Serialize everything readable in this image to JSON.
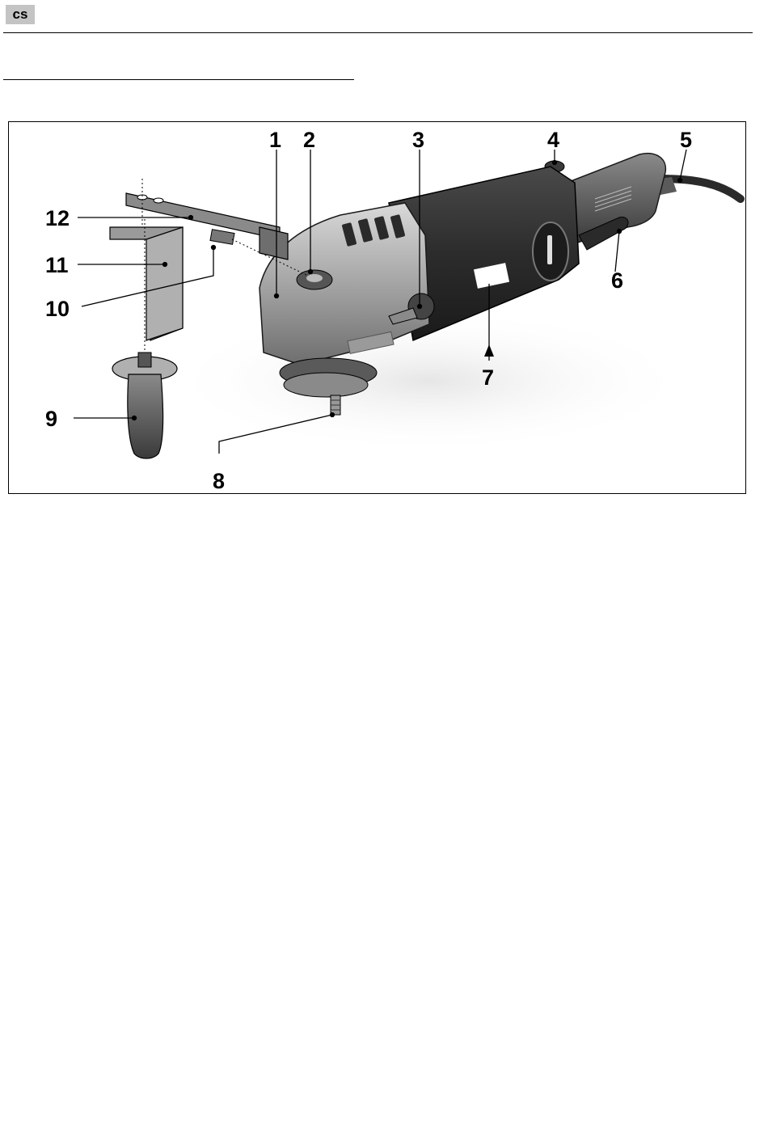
{
  "header": {
    "language_code": "cs"
  },
  "figure": {
    "callouts": [
      {
        "id": "c1",
        "number": "1"
      },
      {
        "id": "c2",
        "number": "2"
      },
      {
        "id": "c3",
        "number": "3"
      },
      {
        "id": "c4",
        "number": "4"
      },
      {
        "id": "c5",
        "number": "5"
      },
      {
        "id": "c6",
        "number": "6"
      },
      {
        "id": "c7",
        "number": "7"
      },
      {
        "id": "c8",
        "number": "8"
      },
      {
        "id": "c9",
        "number": "9"
      },
      {
        "id": "c10",
        "number": "10"
      },
      {
        "id": "c11",
        "number": "11"
      },
      {
        "id": "c12",
        "number": "12"
      }
    ]
  }
}
